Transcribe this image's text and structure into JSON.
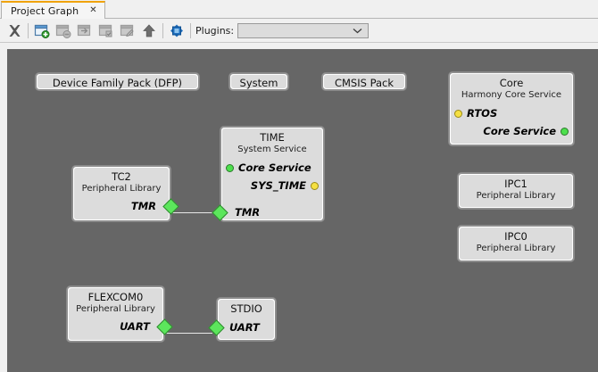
{
  "window": {
    "tab": {
      "label": "Project Graph",
      "close_icon": "close-x-icon"
    }
  },
  "toolbar": {
    "buttons": [
      {
        "name": "delete-button",
        "icon": "x-delete-icon",
        "enabled": true
      },
      {
        "name": "new-component-button",
        "icon": "window-add-icon",
        "enabled": true
      },
      {
        "name": "remove-component-button",
        "icon": "window-remove-icon",
        "enabled": false
      },
      {
        "name": "import-component-button",
        "icon": "window-import-icon",
        "enabled": false
      },
      {
        "name": "verify-component-button",
        "icon": "window-check-icon",
        "enabled": false
      },
      {
        "name": "edit-component-button",
        "icon": "window-edit-icon",
        "enabled": false
      },
      {
        "name": "move-up-button",
        "icon": "arrow-up-icon",
        "enabled": true
      },
      {
        "name": "fit-to-view-button",
        "icon": "fit-to-view-icon",
        "enabled": true
      }
    ],
    "plugins_label": "Plugins:",
    "plugins_value": "",
    "plugins_placeholder": "",
    "dropdown_icon": "chevron-down-icon"
  },
  "canvas": {
    "background_color": "#666666",
    "link_color": "#e8e8e8",
    "port_green": "#4de04d",
    "port_yellow": "#f5e042",
    "node_fill": "#dcdcdc"
  },
  "nodes": [
    {
      "id": "dfp",
      "title": "Device Family Pack (DFP)",
      "subtitle": "",
      "kind": "pill"
    },
    {
      "id": "system",
      "title": "System",
      "subtitle": "",
      "kind": "pill"
    },
    {
      "id": "cmsis",
      "title": "CMSIS Pack",
      "subtitle": "",
      "kind": "pill"
    },
    {
      "id": "core",
      "title": "Core",
      "subtitle": "Harmony Core Service",
      "kind": "box",
      "ports": [
        {
          "label": "RTOS",
          "side": "left",
          "shape": "circle",
          "color": "yellow"
        },
        {
          "label": "Core Service",
          "side": "right",
          "shape": "circle",
          "color": "green"
        }
      ]
    },
    {
      "id": "time",
      "title": "TIME",
      "subtitle": "System Service",
      "kind": "box",
      "ports": [
        {
          "label": "Core Service",
          "side": "left",
          "shape": "circle",
          "color": "green"
        },
        {
          "label": "SYS_TIME",
          "side": "right",
          "shape": "circle",
          "color": "yellow"
        },
        {
          "label": "TMR",
          "side": "left",
          "shape": "diamond",
          "color": "green"
        }
      ]
    },
    {
      "id": "tc2",
      "title": "TC2",
      "subtitle": "Peripheral Library",
      "kind": "box",
      "ports": [
        {
          "label": "TMR",
          "side": "right",
          "shape": "diamond",
          "color": "green"
        }
      ]
    },
    {
      "id": "ipc1",
      "title": "IPC1",
      "subtitle": "Peripheral Library",
      "kind": "box",
      "ports": []
    },
    {
      "id": "ipc0",
      "title": "IPC0",
      "subtitle": "Peripheral Library",
      "kind": "box",
      "ports": []
    },
    {
      "id": "flexcom0",
      "title": "FLEXCOM0",
      "subtitle": "Peripheral Library",
      "kind": "box",
      "ports": [
        {
          "label": "UART",
          "side": "right",
          "shape": "diamond",
          "color": "green"
        }
      ]
    },
    {
      "id": "stdio",
      "title": "STDIO",
      "subtitle": "",
      "kind": "box",
      "ports": [
        {
          "label": "UART",
          "side": "left",
          "shape": "diamond",
          "color": "green"
        }
      ]
    }
  ],
  "connections": [
    {
      "from": "tc2.TMR",
      "to": "time.TMR"
    },
    {
      "from": "flexcom0.UART",
      "to": "stdio.UART"
    }
  ]
}
